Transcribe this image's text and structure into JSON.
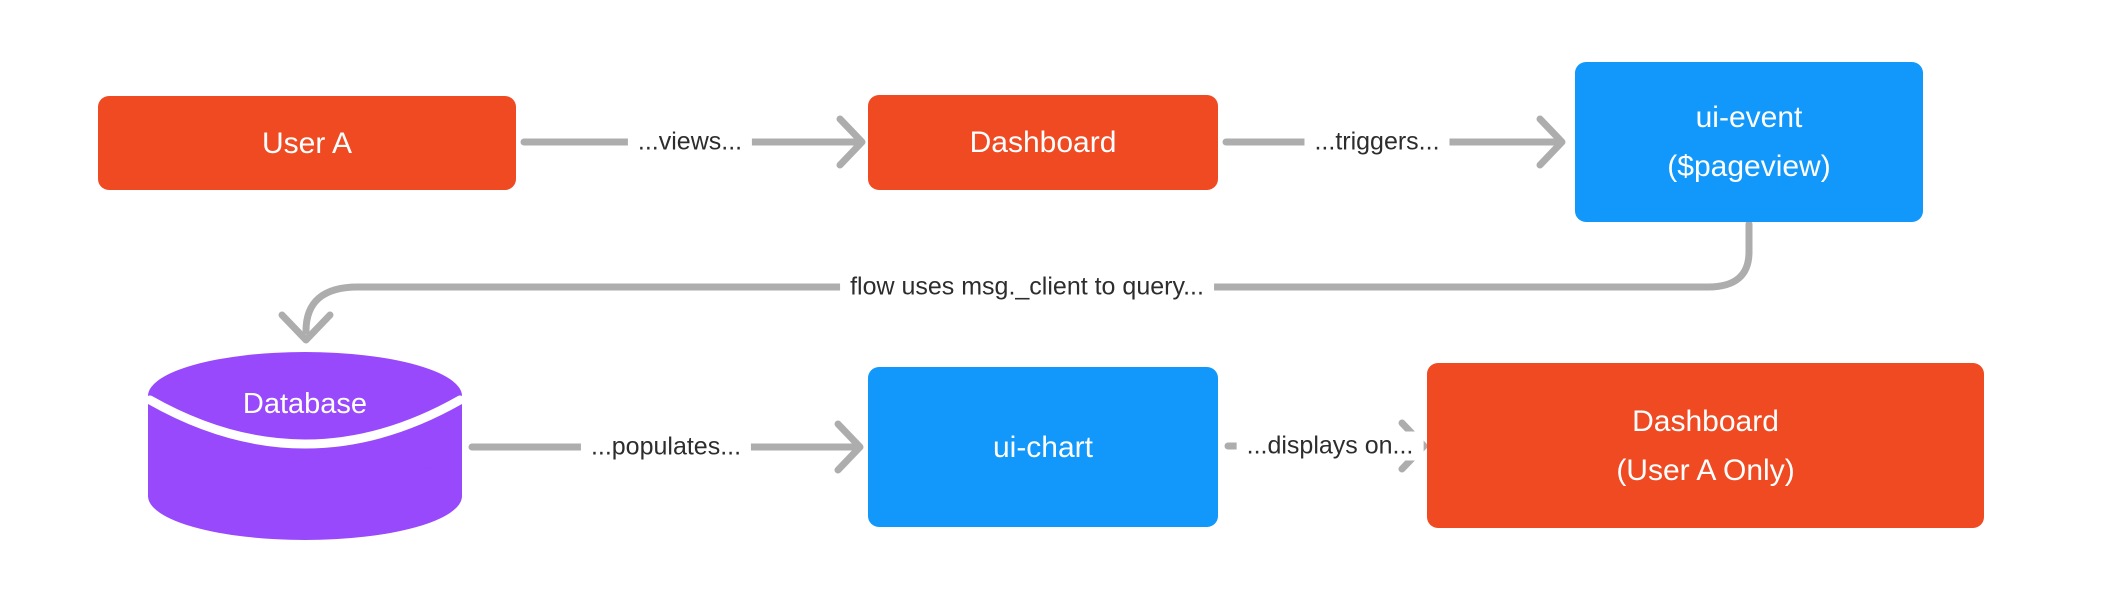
{
  "diagram": {
    "type": "flowchart",
    "background": "#FFFFFF",
    "colors": {
      "node_orange": "#F04A23",
      "node_blue": "#1298FB",
      "node_purple": "#9849FB",
      "node_text": "#FFFFFF",
      "edge_gray": "#ADADAD",
      "edge_label_text": "#2D2D2D"
    }
  },
  "nodes": [
    {
      "id": "user-a",
      "label": "User A",
      "sublabel": "",
      "shape": "rounded-rect",
      "color": "#F04A23"
    },
    {
      "id": "dashboard",
      "label": "Dashboard",
      "sublabel": "",
      "shape": "rounded-rect",
      "color": "#F04A23"
    },
    {
      "id": "ui-event",
      "label": "ui-event",
      "sublabel": "($pageview)",
      "shape": "rounded-rect",
      "color": "#1298FB"
    },
    {
      "id": "database",
      "label": "Database",
      "sublabel": "",
      "shape": "cylinder",
      "color": "#9849FB"
    },
    {
      "id": "ui-chart",
      "label": "ui-chart",
      "sublabel": "",
      "shape": "rounded-rect",
      "color": "#1298FB"
    },
    {
      "id": "dashboard-user-a",
      "label": "Dashboard",
      "sublabel": "(User A Only)",
      "shape": "rounded-rect",
      "color": "#F04A23"
    }
  ],
  "edges": [
    {
      "from": "user-a",
      "to": "dashboard",
      "label": "...views..."
    },
    {
      "from": "dashboard",
      "to": "ui-event",
      "label": "...triggers..."
    },
    {
      "from": "ui-event",
      "to": "database",
      "label": "flow uses msg._client to query..."
    },
    {
      "from": "database",
      "to": "ui-chart",
      "label": "...populates..."
    },
    {
      "from": "ui-chart",
      "to": "dashboard-user-a",
      "label": "...displays on..."
    }
  ]
}
